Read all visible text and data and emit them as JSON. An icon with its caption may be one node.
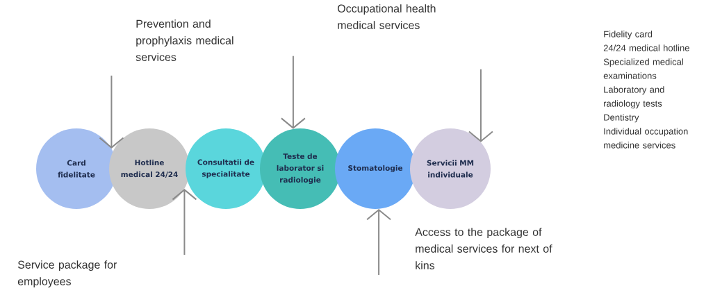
{
  "diagram": {
    "nodes": [
      {
        "text": [
          "Card fidelitate"
        ]
      },
      {
        "text": [
          "Hotline medical 24/24"
        ]
      },
      {
        "text": [
          "Consultatii de specialitate"
        ]
      },
      {
        "text": [
          "Teste de laborator si radiologie"
        ]
      },
      {
        "text": [
          "Stomatologie"
        ]
      },
      {
        "text": [
          "Servicii MM individuale"
        ]
      }
    ],
    "edges": [
      {
        "from": null,
        "to": 0,
        "arrow": "to"
      },
      {
        "from": null,
        "to": 3,
        "arrow": "to"
      },
      {
        "from": null,
        "to": 5,
        "arrow": "to"
      },
      {
        "from": null,
        "to": 1,
        "arrow": "to"
      },
      {
        "from": null,
        "to": 4,
        "arrow": "to"
      }
    ],
    "labels": [
      "Prevention and prophylaxis medical services",
      "Occupational health medical services",
      "Fidelity card",
      "24/24 medical hotline",
      "Specialized medical examinations",
      "Laboratory and radiology tests",
      "Dentistry",
      "Individual occupation medicine services",
      "Service package for employees",
      "Access to the package of medical services for next of kins"
    ]
  }
}
